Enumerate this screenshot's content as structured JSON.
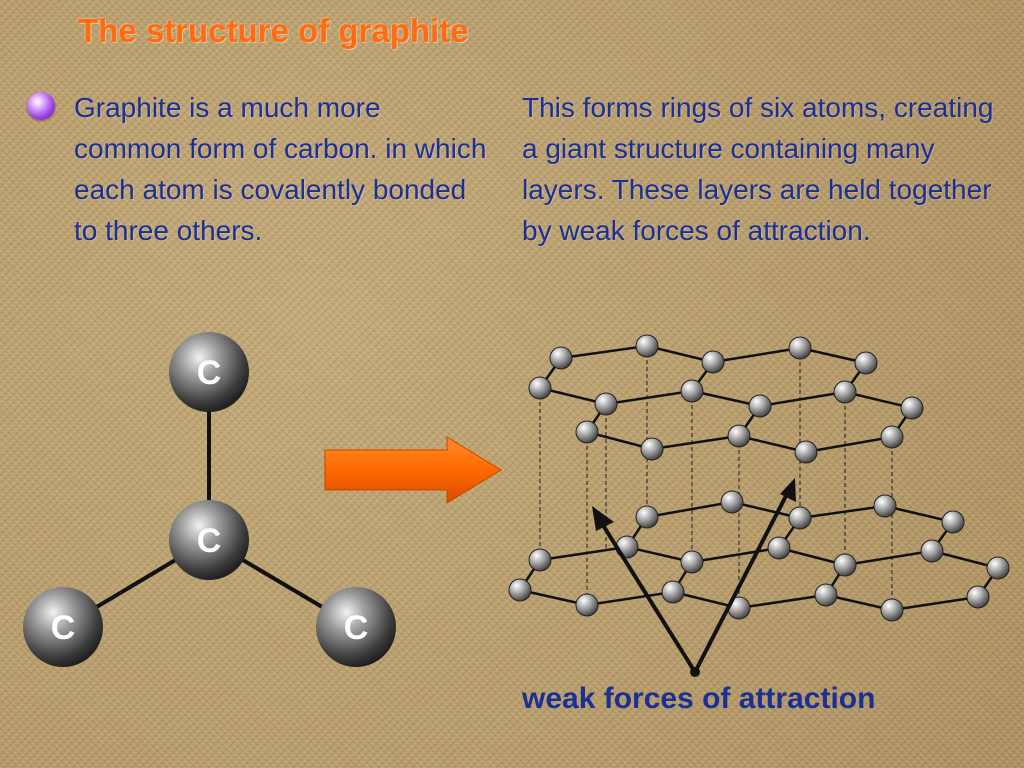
{
  "slide": {
    "title": "The structure of graphite",
    "left_text": "Graphite is a much more common form of carbon. in which each atom is covalently bonded to three others.",
    "right_text": "This forms rings of six atoms, creating a giant structure containing many layers. These layers are held together by weak forces of attraction.",
    "caption": "weak forces of attraction"
  },
  "bonding_diagram": {
    "atom_label": "C",
    "atom_count": 4
  },
  "colors": {
    "title": "#ff6a13",
    "body_text": "#1c2f93",
    "arrow": "#ff6600",
    "bullet": "#a044e8"
  }
}
